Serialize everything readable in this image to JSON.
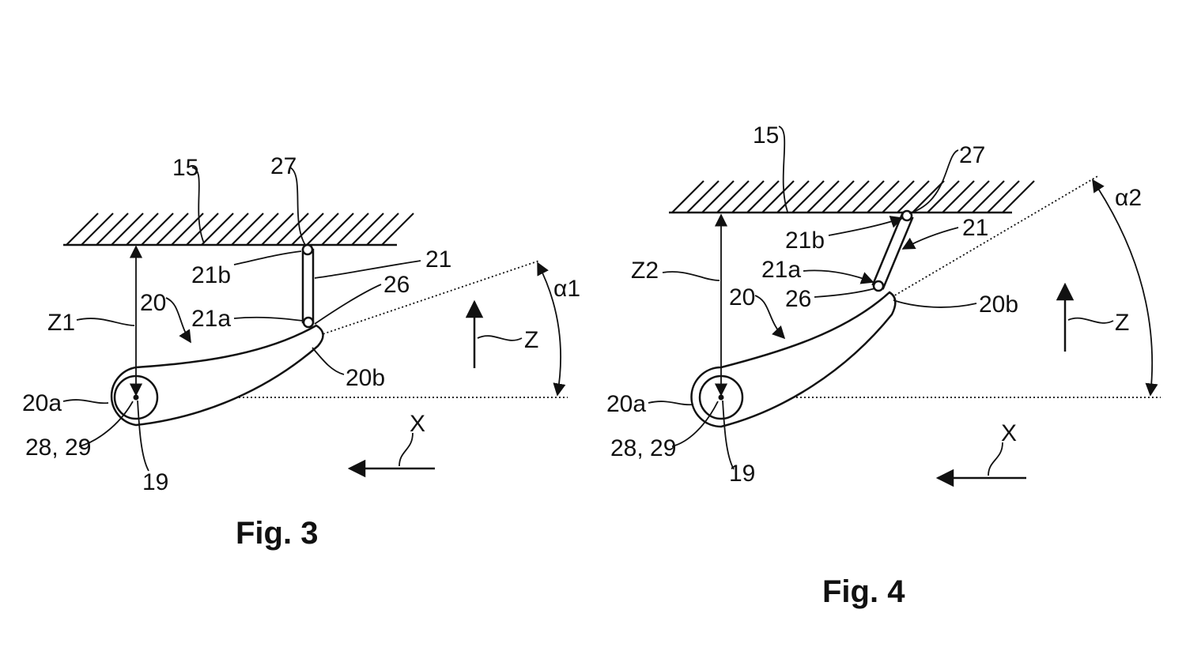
{
  "fig3": {
    "caption": "Fig. 3",
    "labels": {
      "l15": "15",
      "l27": "27",
      "l21": "21",
      "l21b": "21b",
      "l26": "26",
      "l20": "20",
      "l21a": "21a",
      "lZ1": "Z1",
      "l20b": "20b",
      "l20a": "20a",
      "l2829": "28, 29",
      "l19": "19",
      "lalpha": "α1",
      "lZ": "Z",
      "lX": "X"
    }
  },
  "fig4": {
    "caption": "Fig. 4",
    "labels": {
      "l15": "15",
      "l27": "27",
      "l21b": "21b",
      "l21": "21",
      "l21a": "21a",
      "l26": "26",
      "lZ2": "Z2",
      "l20": "20",
      "l20b": "20b",
      "lalpha": "α2",
      "lZ": "Z",
      "l20a": "20a",
      "l2829": "28, 29",
      "l19": "19",
      "lX": "X"
    }
  }
}
